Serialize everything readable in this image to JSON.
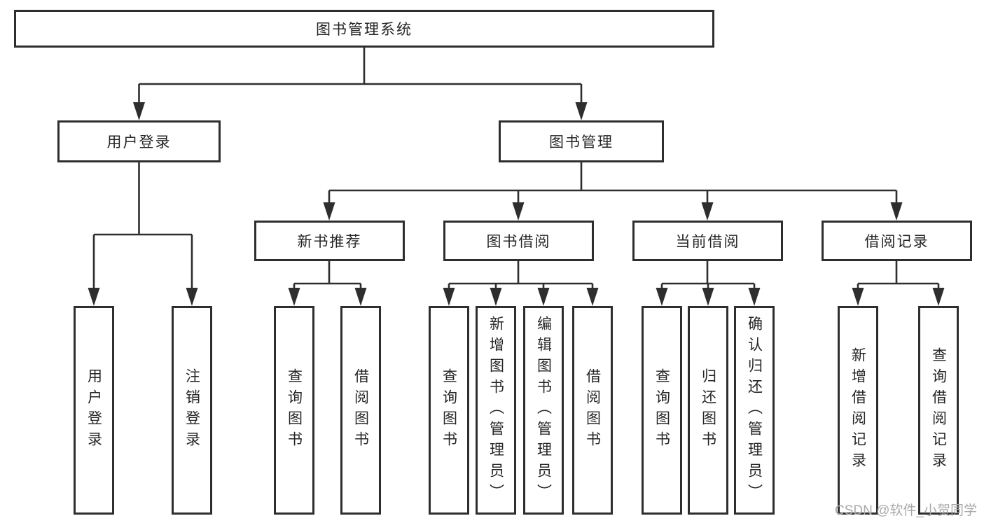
{
  "diagram": {
    "type": "tree",
    "nodes": {
      "root": {
        "id": "library-management-system",
        "label": "图书管理系统"
      },
      "level2": [
        {
          "id": "user-login-module",
          "label": "用户登录",
          "parent": "library-management-system"
        },
        {
          "id": "book-management",
          "label": "图书管理",
          "parent": "library-management-system"
        }
      ],
      "level3": [
        {
          "id": "new-book-recommendation",
          "label": "新书推荐",
          "parent": "book-management"
        },
        {
          "id": "book-borrowing",
          "label": "图书借阅",
          "parent": "book-management"
        },
        {
          "id": "current-borrowing",
          "label": "当前借阅",
          "parent": "book-management"
        },
        {
          "id": "borrowing-records",
          "label": "借阅记录",
          "parent": "book-management"
        }
      ],
      "leaves": [
        {
          "id": "user-login",
          "label": "用户登录",
          "parent": "user-login-module"
        },
        {
          "id": "logout",
          "label": "注销登录",
          "parent": "user-login-module"
        },
        {
          "id": "query-books-recommend",
          "label": "查询图书",
          "parent": "new-book-recommendation"
        },
        {
          "id": "borrow-books-recommend",
          "label": "借阅图书",
          "parent": "new-book-recommendation"
        },
        {
          "id": "query-books-borrowing",
          "label": "查询图书",
          "parent": "book-borrowing"
        },
        {
          "id": "add-books-admin",
          "label": "新增图书（管理员）",
          "parent": "book-borrowing"
        },
        {
          "id": "edit-books-admin",
          "label": "编辑图书（管理员）",
          "parent": "book-borrowing"
        },
        {
          "id": "borrow-books",
          "label": "借阅图书",
          "parent": "book-borrowing"
        },
        {
          "id": "query-books-current",
          "label": "查询图书",
          "parent": "current-borrowing"
        },
        {
          "id": "return-books",
          "label": "归还图书",
          "parent": "current-borrowing"
        },
        {
          "id": "confirm-return-admin",
          "label": "确认归还（管理员）",
          "parent": "current-borrowing"
        },
        {
          "id": "add-borrowing-record",
          "label": "新增借阅记录",
          "parent": "borrowing-records"
        },
        {
          "id": "query-borrowing-record",
          "label": "查询借阅记录",
          "parent": "borrowing-records"
        }
      ]
    }
  },
  "watermark": {
    "text": "CSDN @软件_小贺同学"
  },
  "colors": {
    "line": "#2e2e2e",
    "box_border": "#2e2e2e",
    "text": "#262626",
    "watermark": "#a9a9a9",
    "background": "#ffffff"
  }
}
